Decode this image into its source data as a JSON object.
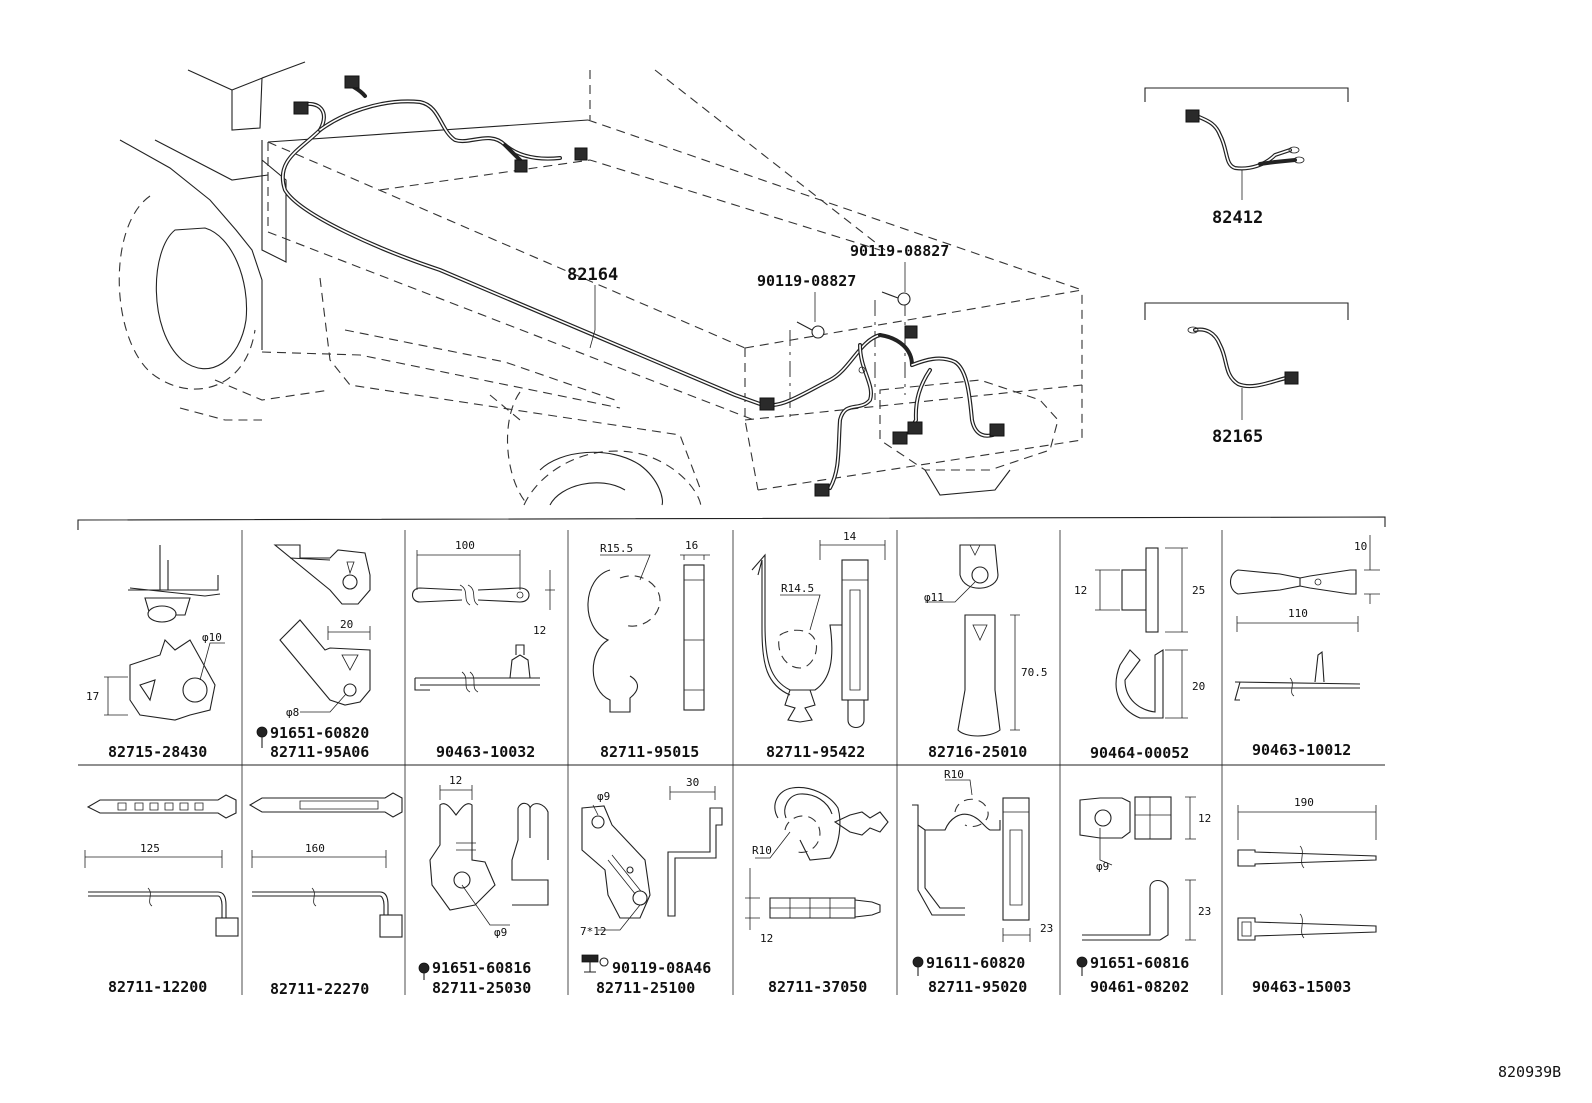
{
  "diagram_id": "820939B",
  "main": {
    "harness_main": "82164",
    "bolt_a": "90119-08827",
    "bolt_b": "90119-08827",
    "sub_harness_1": "82412",
    "sub_harness_2": "82165"
  },
  "grid": {
    "row1": [
      {
        "part": "82715-28430",
        "dims": [
          "φ10",
          "17"
        ]
      },
      {
        "part": "82711-95A06",
        "extra": "91651-60820",
        "dims": [
          "20",
          "φ8"
        ]
      },
      {
        "part": "90463-10032",
        "dims": [
          "100",
          "12"
        ]
      },
      {
        "part": "82711-95015",
        "dims": [
          "R15.5",
          "16"
        ]
      },
      {
        "part": "82711-95422",
        "dims": [
          "14",
          "R14.5"
        ]
      },
      {
        "part": "82716-25010",
        "dims": [
          "φ11",
          "70.5"
        ]
      },
      {
        "part": "90464-00052",
        "dims": [
          "12",
          "25",
          "20"
        ]
      },
      {
        "part": "90463-10012",
        "dims": [
          "10",
          "110"
        ]
      }
    ],
    "row2": [
      {
        "part": "82711-12200",
        "dims": [
          "125"
        ]
      },
      {
        "part": "82711-22270",
        "dims": [
          "160"
        ]
      },
      {
        "part": "82711-25030",
        "extra": "91651-60816",
        "dims": [
          "12",
          "φ9"
        ]
      },
      {
        "part": "82711-25100",
        "extra": "90119-08A46",
        "dims": [
          "φ9",
          "30",
          "7*12"
        ]
      },
      {
        "part": "82711-37050",
        "dims": [
          "R10",
          "12"
        ]
      },
      {
        "part": "82711-95020",
        "extra": "91611-60820",
        "dims": [
          "R10",
          "23"
        ]
      },
      {
        "part": "90461-08202",
        "extra": "91651-60816",
        "dims": [
          "12",
          "φ9",
          "23"
        ]
      },
      {
        "part": "90463-15003",
        "dims": [
          "190"
        ]
      }
    ]
  }
}
